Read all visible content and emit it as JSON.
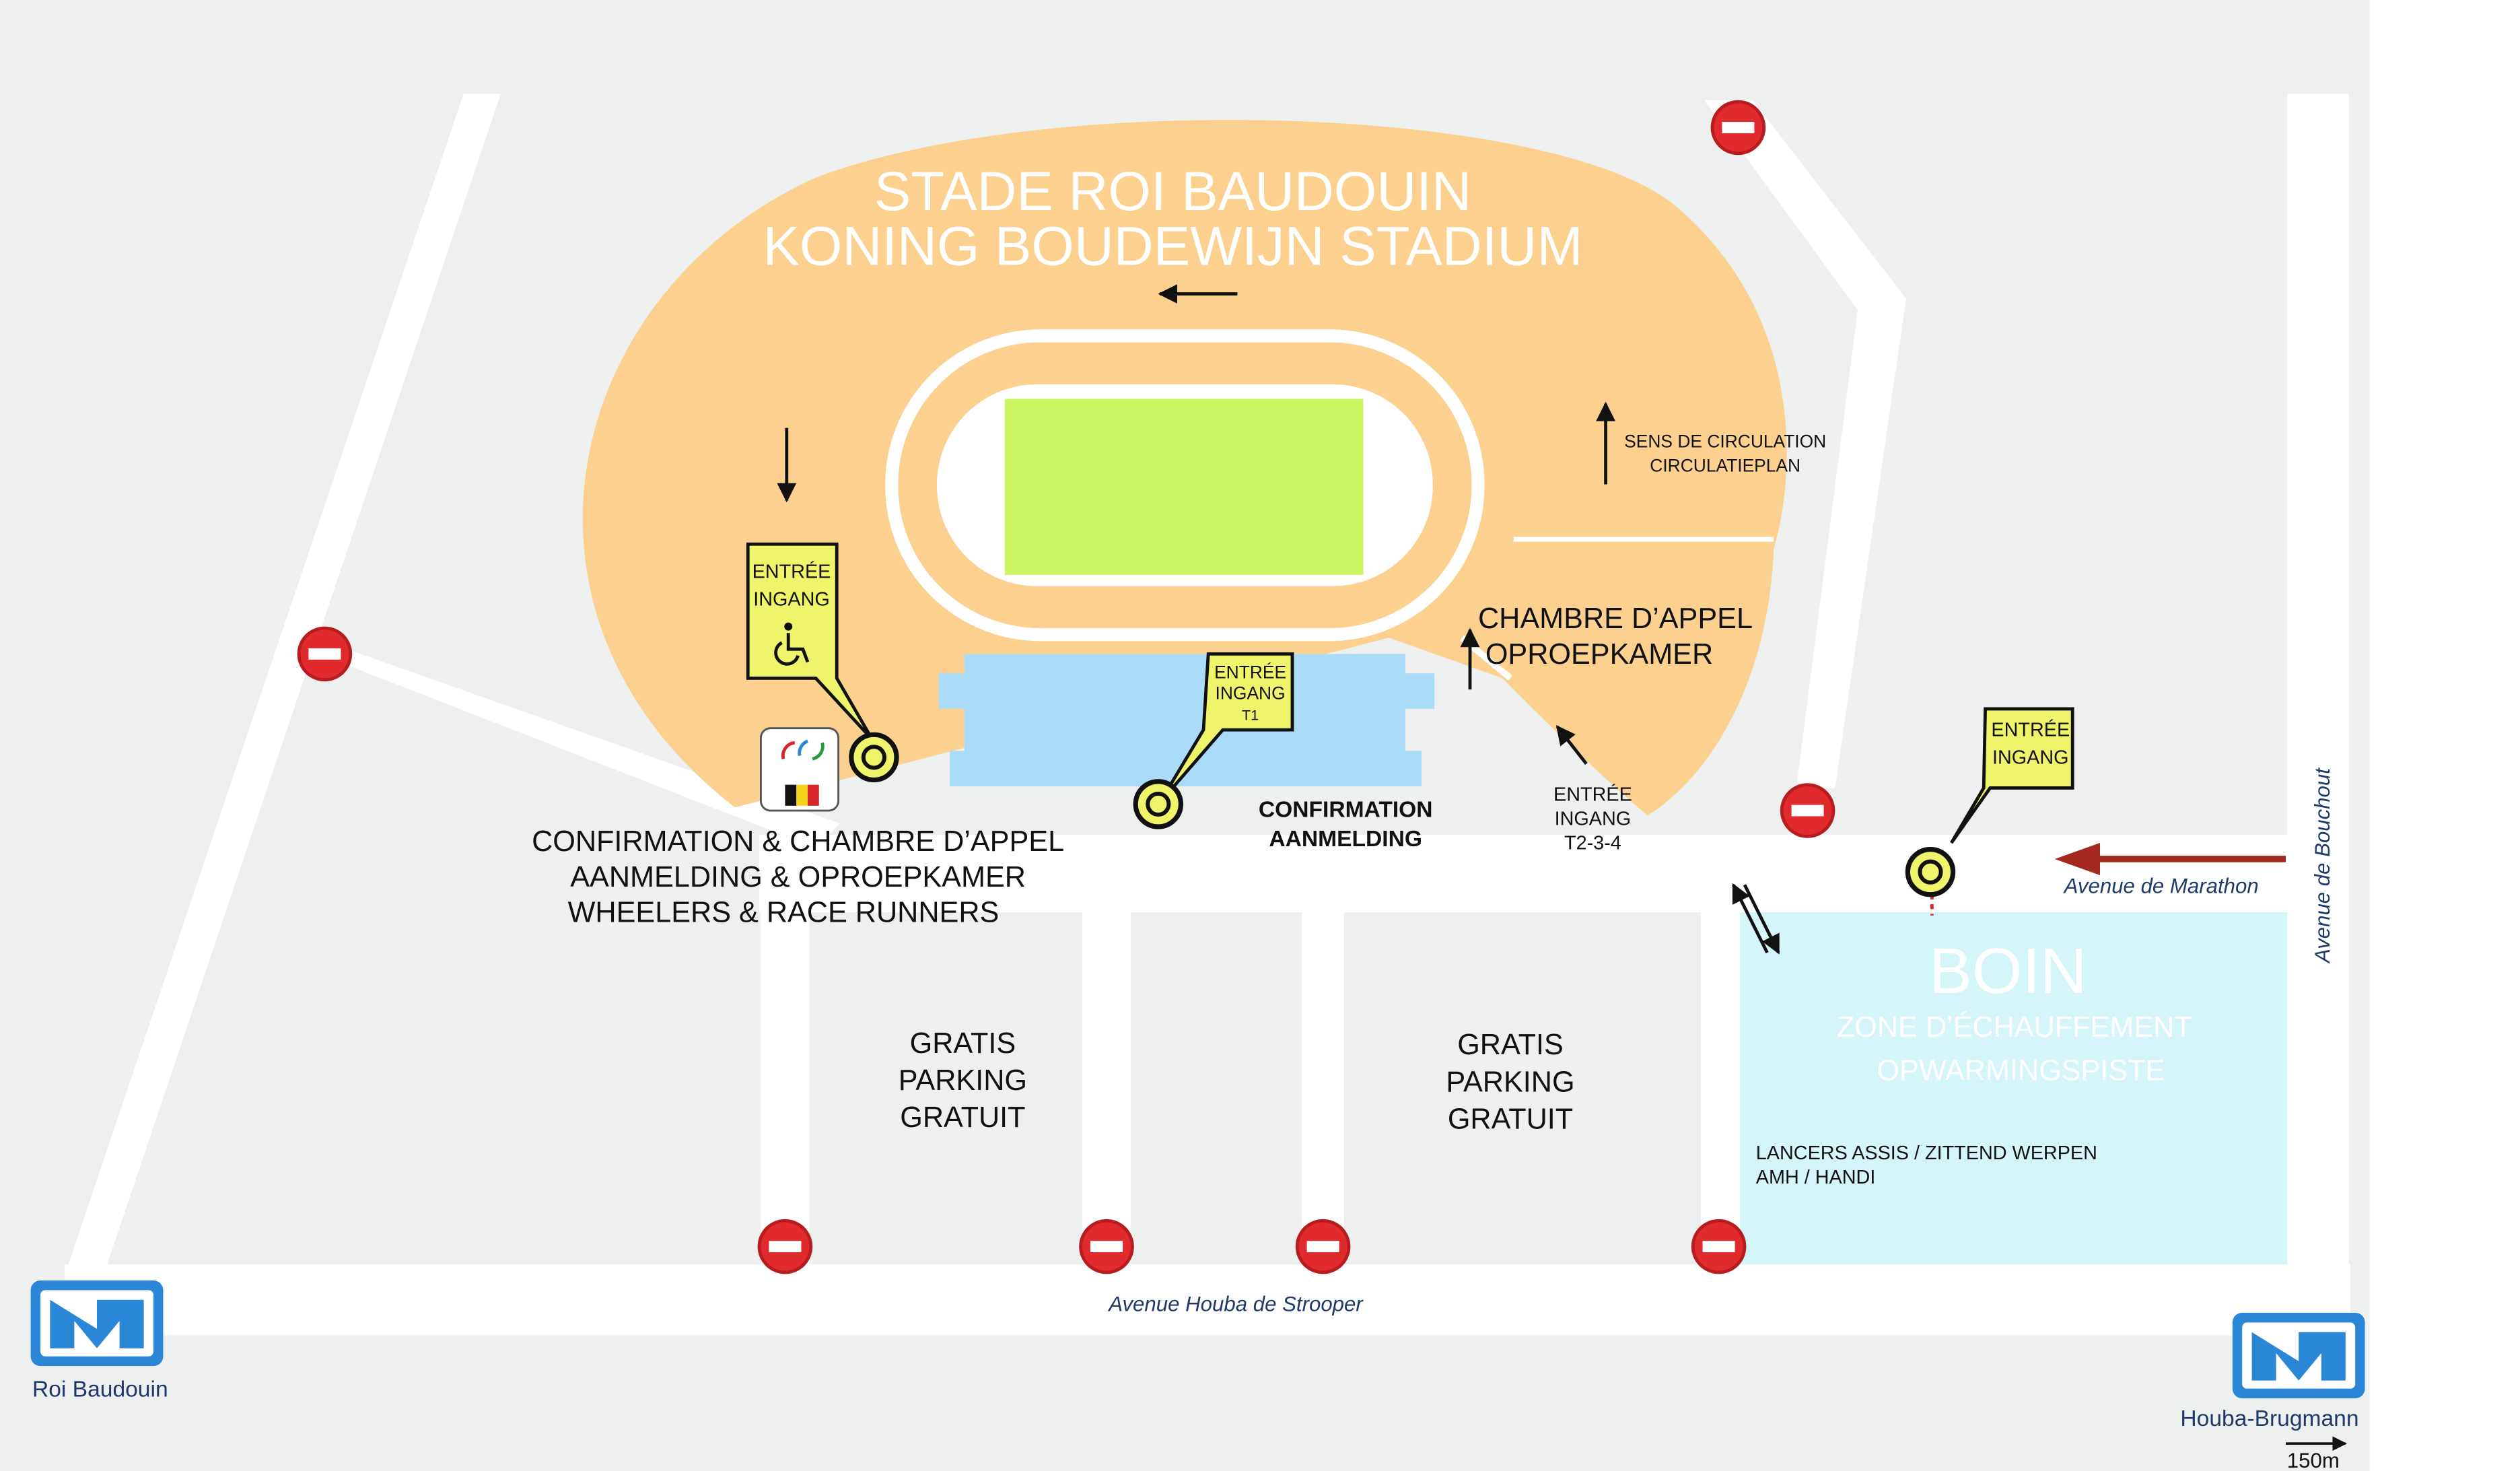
{
  "stadium": {
    "title_fr": "STADE ROI BAUDOUIN",
    "title_nl": "KONING BOUDEWIJN STADIUM"
  },
  "circulation": {
    "line1": "SENS DE CIRCULATION",
    "line2": "CIRCULATIEPLAN"
  },
  "call_room": {
    "line1": "CHAMBRE D’APPEL",
    "line2": "OPROEPKAMER"
  },
  "entrance_wheelchair": {
    "line1": "ENTRÉE",
    "line2": "INGANG",
    "icon": "wheelchair-icon"
  },
  "entrance_t1": {
    "line1": "ENTRÉE",
    "line2": "INGANG",
    "line3": "T1"
  },
  "entrance_t234": {
    "line1": "ENTRÉE",
    "line2": "INGANG",
    "line3": "T2-3-4"
  },
  "entrance_east": {
    "line1": "ENTRÉE",
    "line2": "INGANG"
  },
  "confirmation_center": {
    "line1": "CONFIRMATION",
    "line2": "AANMELDING"
  },
  "confirmation_west": {
    "line1": "CONFIRMATION  & CHAMBRE D’APPEL",
    "line2": "AANMELDING & OPROEPKAMER",
    "line3": "WHEELERS & RACE RUNNERS"
  },
  "parking_left": {
    "line1": "GRATIS",
    "line2": "PARKING",
    "line3": "GRATUIT"
  },
  "parking_right": {
    "line1": "GRATIS",
    "line2": "PARKING",
    "line3": "GRATUIT"
  },
  "boin": {
    "title": "BOIN",
    "line1": "ZONE D’ÉCHAUFFEMENT",
    "line2": "OPWARMINGSPISTE",
    "note1": "LANCERS ASSIS / ZITTEND WERPEN",
    "note2": "AMH / HANDI"
  },
  "streets": {
    "marathon": "Avenue de Marathon",
    "bouchout": "Avenue de Bouchout",
    "houba": "Avenue Houba de Strooper"
  },
  "metro": {
    "left_station": "Roi Baudouin",
    "right_station": "Houba-Brugmann",
    "right_distance": "150m"
  },
  "colors": {
    "background": "#eef0ef",
    "stands": "#fcd18f",
    "field": "#ccf564",
    "covered_area": "#abdcf7",
    "warmup_zone": "#d4f6f8",
    "no_entry": "#d7272b",
    "entrance_marker": "#eff56a",
    "metro": "#2a86d6",
    "route_arrow": "#a3281f"
  }
}
